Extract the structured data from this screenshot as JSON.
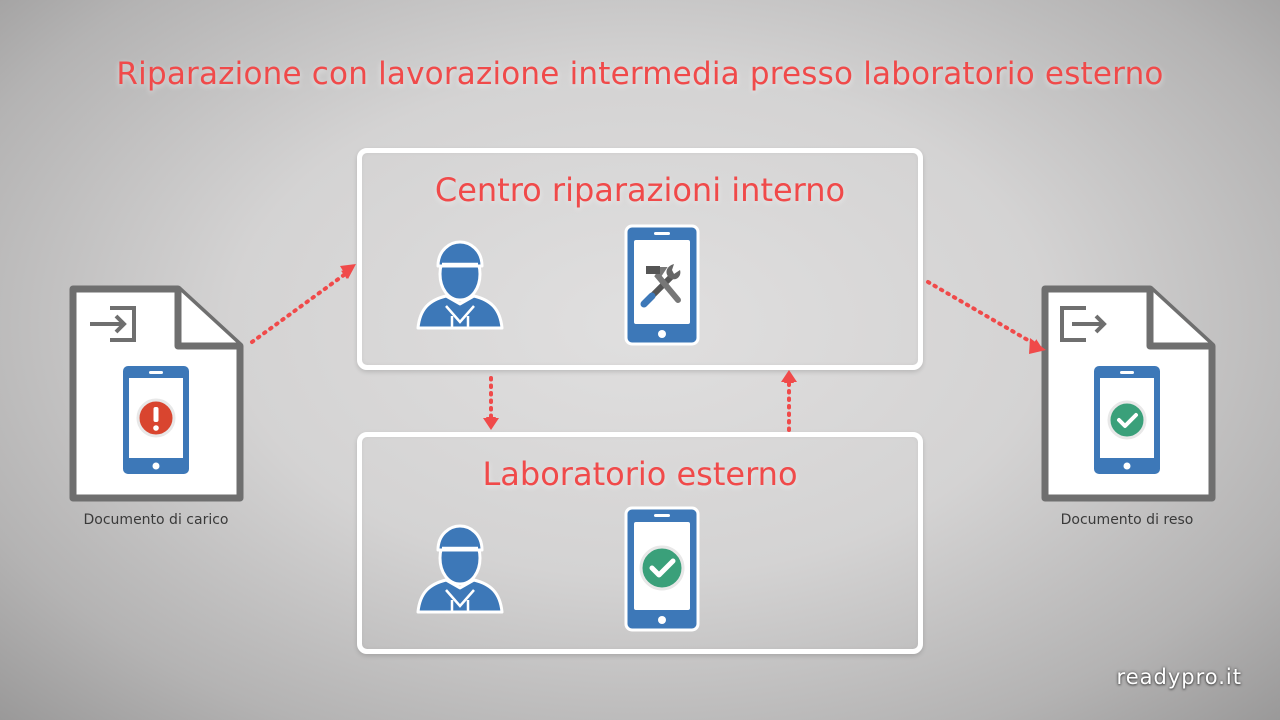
{
  "title": "Riparazione con lavorazione intermedia presso laboratorio esterno",
  "boxes": {
    "internal": {
      "title": "Centro riparazioni interno"
    },
    "external": {
      "title": "Laboratorio esterno"
    }
  },
  "documents": {
    "load": {
      "label": "Documento di carico",
      "status_icon": "exclamation-icon"
    },
    "return": {
      "label": "Documento di reso",
      "status_icon": "checkmark-icon"
    }
  },
  "brand": "readypro.it",
  "colors": {
    "accent": "#f04a4a",
    "phone_blue": "#3d78b8",
    "document_frame": "#6f6f6f",
    "error_red": "#d9452f",
    "success_green": "#3aa07a",
    "box_border": "#ffffff"
  }
}
